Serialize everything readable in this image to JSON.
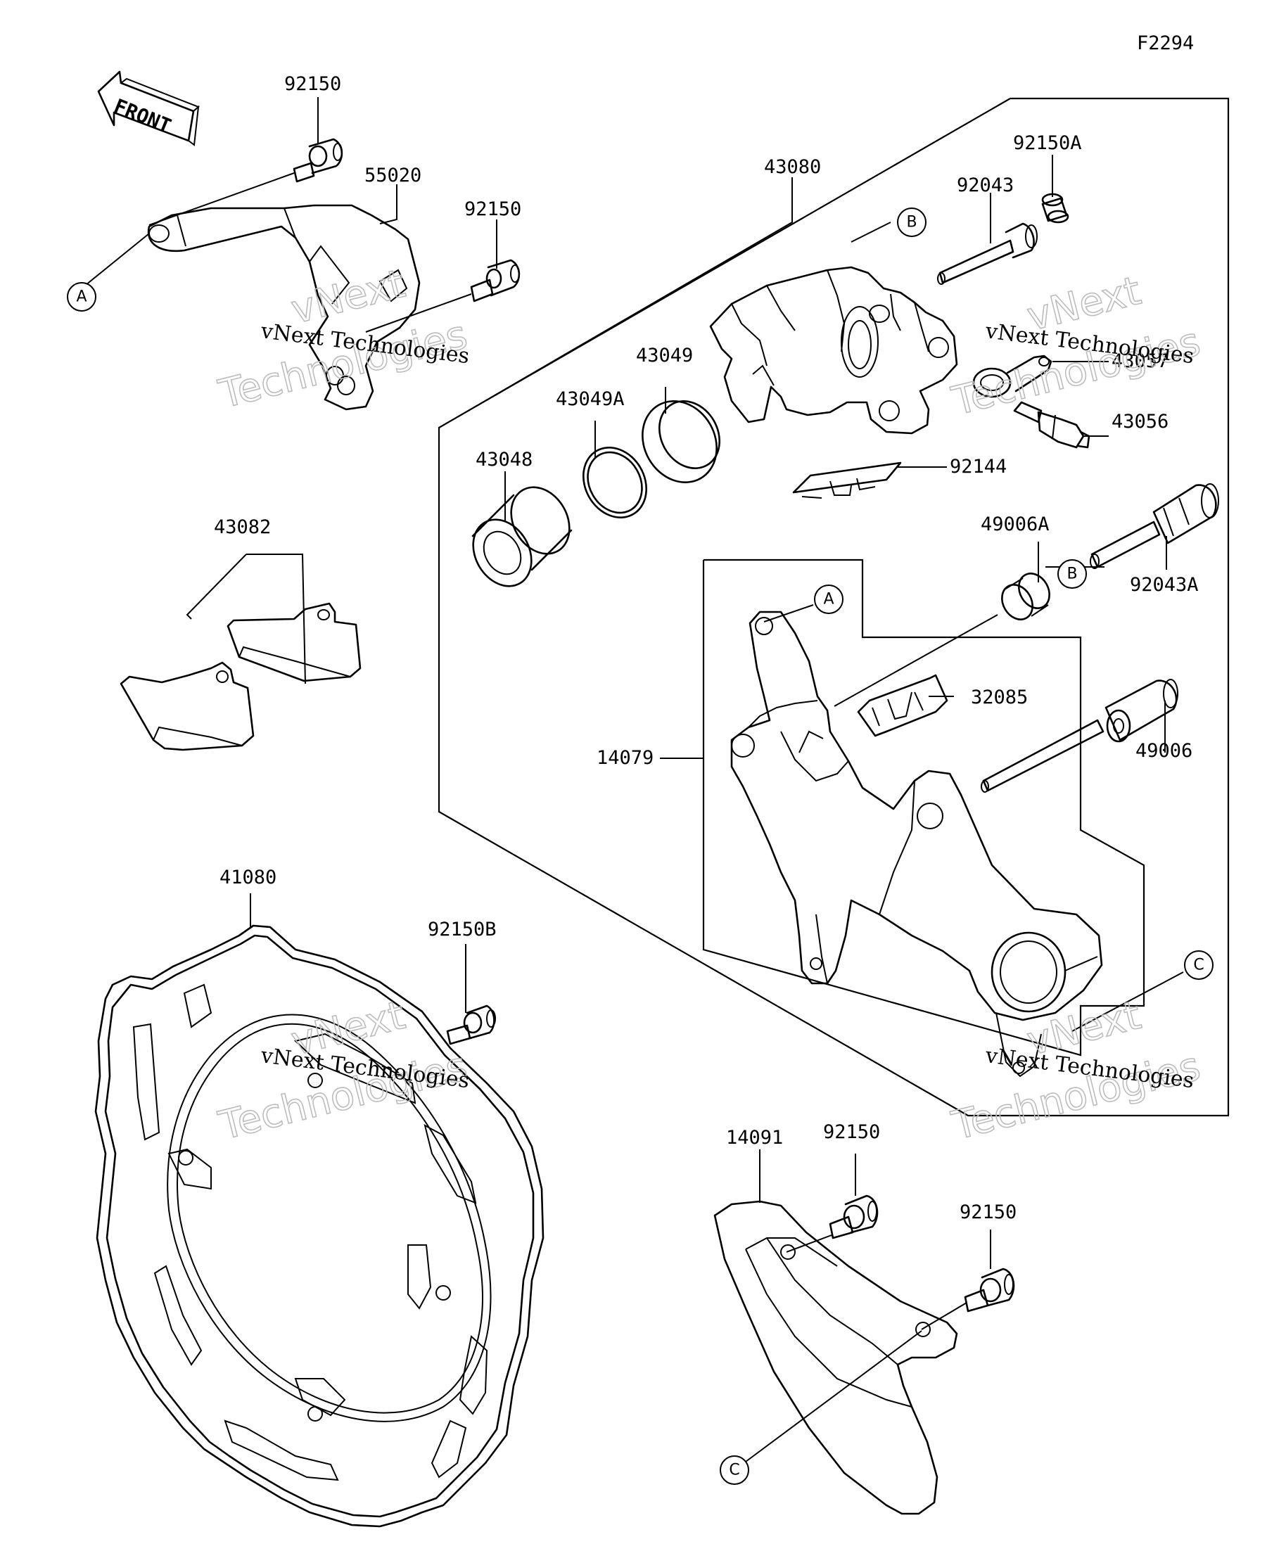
{
  "figure_id": "F2294",
  "front_label": "FRONT",
  "watermark": {
    "line1": "vNext Technologies",
    "line2a": "vNext",
    "line2b": "Technologies"
  },
  "part_numbers": {
    "p92150_a": "92150",
    "p55020": "55020",
    "p92150_b": "92150",
    "p43080": "43080",
    "p92043": "92043",
    "p92150A": "92150A",
    "p43057": "43057",
    "p43056": "43056",
    "p43049": "43049",
    "p43049A": "43049A",
    "p43048": "43048",
    "p92144": "92144",
    "p49006A": "49006A",
    "p92043A": "92043A",
    "p43082": "43082",
    "p32085": "32085",
    "p14079": "14079",
    "p49006": "49006",
    "p41080": "41080",
    "p92150B": "92150B",
    "p14091": "14091",
    "p92150_c": "92150",
    "p92150_d": "92150"
  },
  "callouts": {
    "a": "A",
    "b": "B",
    "c": "C"
  }
}
